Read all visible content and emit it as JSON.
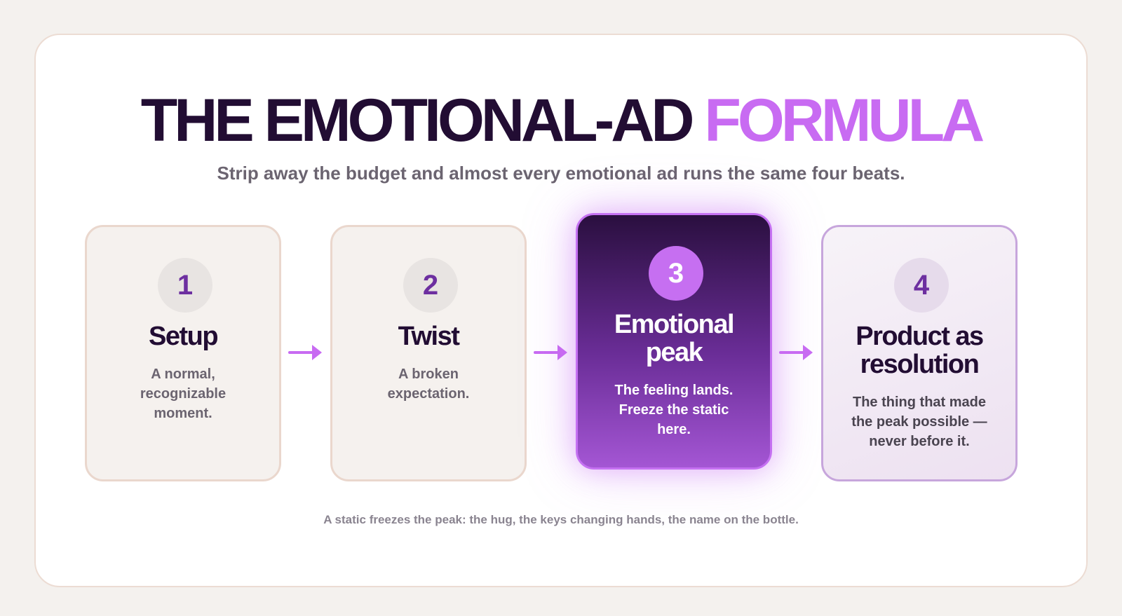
{
  "header": {
    "title_main": "THE EMOTIONAL-AD",
    "title_accent": "FORMULA",
    "subtitle": "Strip away the budget and almost every emotional ad runs the same four beats."
  },
  "steps": [
    {
      "number": "1",
      "name": "Setup",
      "description": "A normal, recognizable moment."
    },
    {
      "number": "2",
      "name": "Twist",
      "description": "A broken expectation."
    },
    {
      "number": "3",
      "name": "Emotional peak",
      "description": "The feeling lands. Freeze the static here."
    },
    {
      "number": "4",
      "name": "Product as resolution",
      "description": "The thing that made the peak possible — never before it."
    }
  ],
  "footnote": "A static freezes the peak: the hug, the keys changing hands, the name on the bottle.",
  "colors": {
    "dark": "#220d33",
    "accent": "#c86bf2",
    "muted": "#6b6470"
  },
  "icons": {
    "connector": "arrow-right-icon"
  }
}
